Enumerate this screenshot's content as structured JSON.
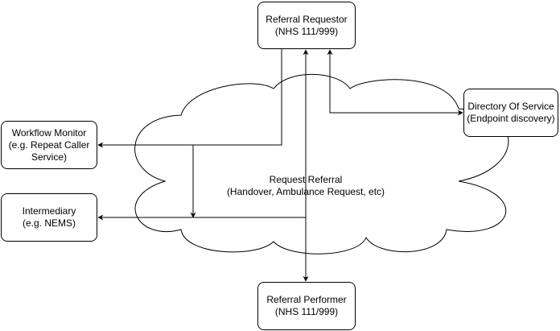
{
  "colors": {
    "stroke": "#000000",
    "background": "#ffffff"
  },
  "nodes": {
    "requestor": {
      "line1": "Referral Requestor",
      "line2": "(NHS 111/999)"
    },
    "directory": {
      "line1": "Directory Of Service",
      "line2": "(Endpoint discovery)"
    },
    "workflow": {
      "line1": "Workflow Monitor",
      "line2": "(e.g. Repeat Caller",
      "line3": "Service)"
    },
    "intermediary": {
      "line1": "Intermediary",
      "line2": "(e.g. NEMS)"
    },
    "performer": {
      "line1": "Referral Performer",
      "line2": "(NHS 111/999)"
    }
  },
  "cloud": {
    "line1": "Request Referral",
    "line2": "(Handover, Ambulance Request, etc)"
  }
}
